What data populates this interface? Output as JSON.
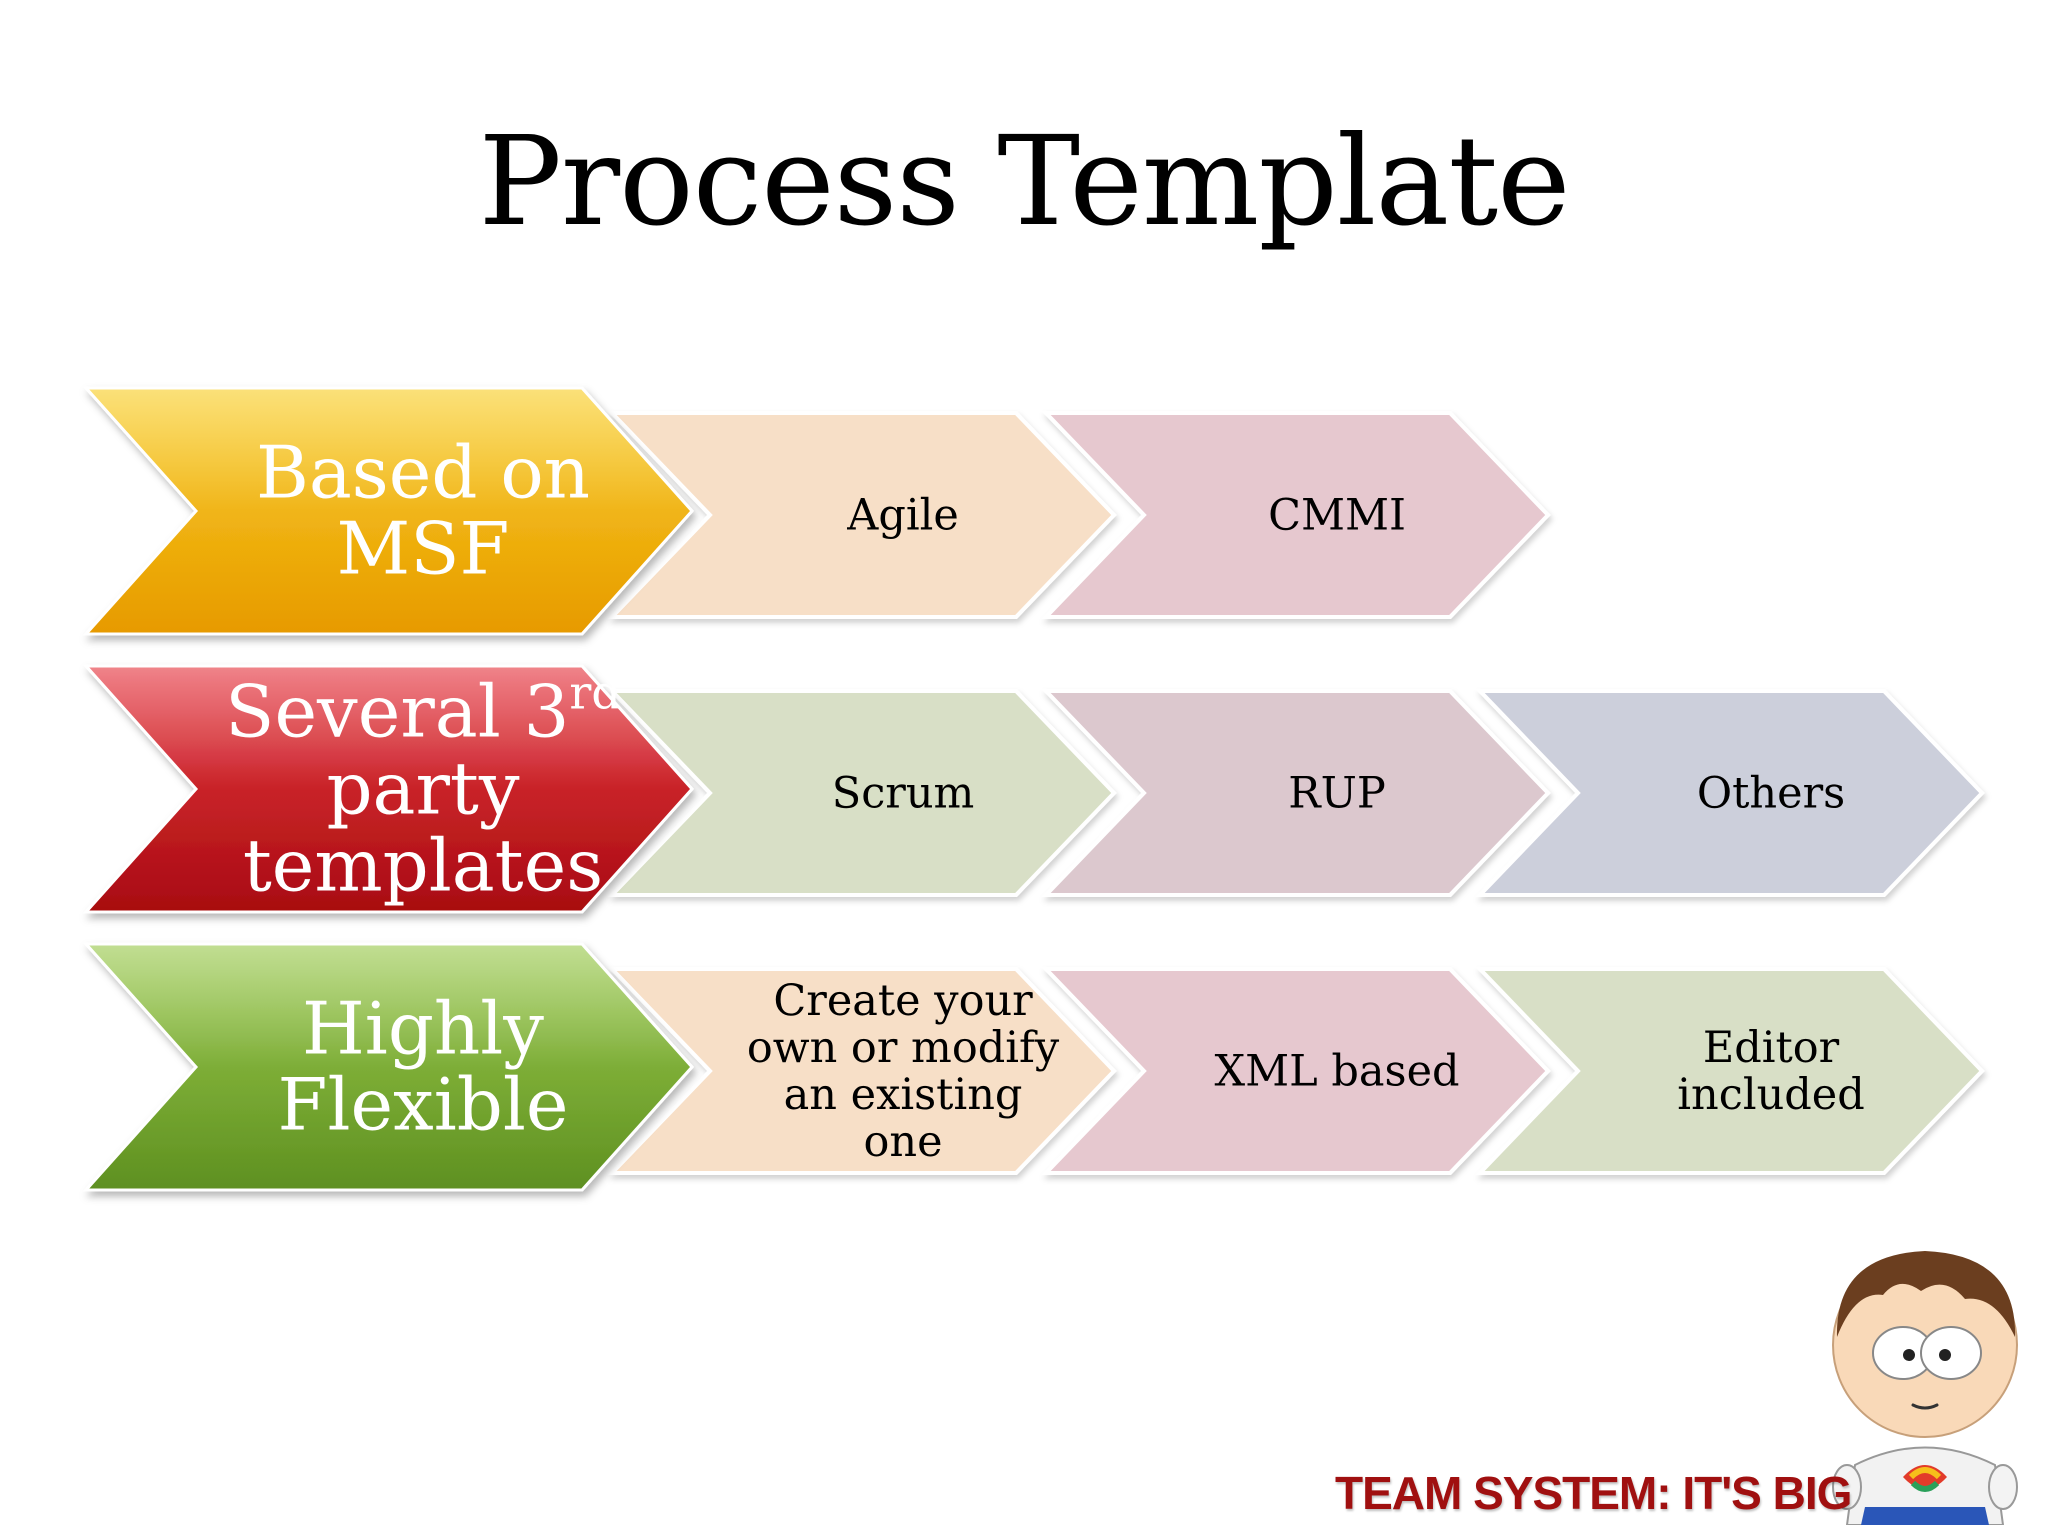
{
  "slide": {
    "title": "Process Template"
  },
  "rows": [
    {
      "lead": {
        "lines": [
          "Based on",
          "MSF"
        ],
        "superscript": "",
        "gradient": [
          "#f8c810",
          "#e79a00"
        ]
      },
      "items": [
        {
          "lines": [
            "Agile"
          ],
          "fill": "#f7dfc7"
        },
        {
          "lines": [
            "CMMI"
          ],
          "fill": "#e6c8cf"
        }
      ]
    },
    {
      "lead": {
        "lines": [
          "Several 3",
          "party",
          "templates"
        ],
        "superscript": "rd",
        "gradient": [
          "#e3202a",
          "#a80c10"
        ]
      },
      "items": [
        {
          "lines": [
            "Scrum"
          ],
          "fill": "#d8dfc6"
        },
        {
          "lines": [
            "RUP"
          ],
          "fill": "#dcc8ce"
        },
        {
          "lines": [
            "Others"
          ],
          "fill": "#cccfdb"
        }
      ]
    },
    {
      "lead": {
        "lines": [
          "Highly",
          "Flexible"
        ],
        "superscript": "",
        "gradient": [
          "#8fc33a",
          "#5e9020"
        ]
      },
      "items": [
        {
          "lines": [
            "Create your",
            "own or modify",
            "an existing",
            "one"
          ],
          "fill": "#f7dfc7"
        },
        {
          "lines": [
            "XML based"
          ],
          "fill": "#e6c8cf"
        },
        {
          "lines": [
            "Editor",
            "included"
          ],
          "fill": "#d8dfc6"
        }
      ]
    }
  ],
  "footer": {
    "brand": "TEAM SYSTEM: IT'S BIG"
  },
  "colors": {
    "title": "#000000",
    "lead_text": "#ffffff",
    "item_text": "#000000",
    "brand": "#a01010"
  },
  "icons": {
    "mascot": "cartoon-boy-mascot-icon"
  }
}
